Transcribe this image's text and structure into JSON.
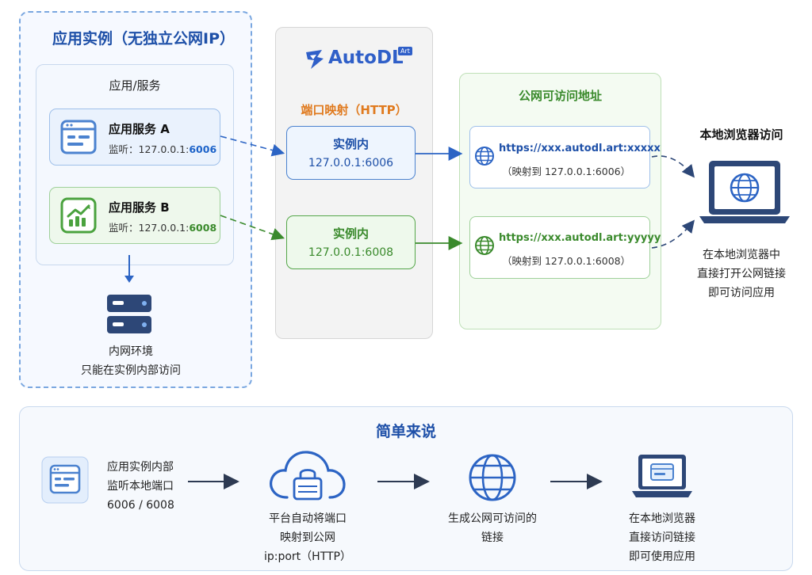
{
  "app_panel": {
    "title": "应用实例（无独立公网IP）",
    "sub_title": "应用/服务",
    "service_a": {
      "name": "应用服务 A",
      "listen_prefix": "监听：127.0.0.1:",
      "port": "6006"
    },
    "service_b": {
      "name": "应用服务 B",
      "listen_prefix": "监听：127.0.0.1:",
      "port": "6008"
    },
    "intranet_line1": "内网环境",
    "intranet_line2": "只能在实例内部访问"
  },
  "autodl": {
    "logo_text": "AutoDL",
    "logo_badge": "Art",
    "mapping_title": "端口映射（HTTP）",
    "box_a": {
      "title": "实例内",
      "addr": "127.0.0.1:6006"
    },
    "box_b": {
      "title": "实例内",
      "addr": "127.0.0.1:6008"
    }
  },
  "public": {
    "title": "公网可访问地址",
    "url_a": {
      "url": "https://xxx.autodl.art:xxxxx",
      "map": "（映射到 127.0.0.1:6006）"
    },
    "url_b": {
      "url": "https://xxx.autodl.art:yyyyy",
      "map": "（映射到 127.0.0.1:6008）"
    }
  },
  "browser": {
    "title": "本地浏览器访问",
    "line1": "在本地浏览器中",
    "line2": "直接打开公网链接",
    "line3": "即可访问应用"
  },
  "summary": {
    "title": "简单来说",
    "step1": {
      "line1": "应用实例内部",
      "line2": "监听本地端口",
      "line3": "6006 / 6008"
    },
    "step2": {
      "line1": "平台自动将端口",
      "line2": "映射到公网",
      "line3": "ip:port（HTTP）"
    },
    "step3": {
      "line1": "生成公网可访问的",
      "line2": "链接"
    },
    "step4": {
      "line1": "在本地浏览器",
      "line2": "直接访问链接",
      "line3": "即可使用应用"
    }
  },
  "colors": {
    "blue": "#1e50a8",
    "green": "#3a8a2c",
    "orange": "#e07a1e",
    "dark": "#23385e"
  }
}
